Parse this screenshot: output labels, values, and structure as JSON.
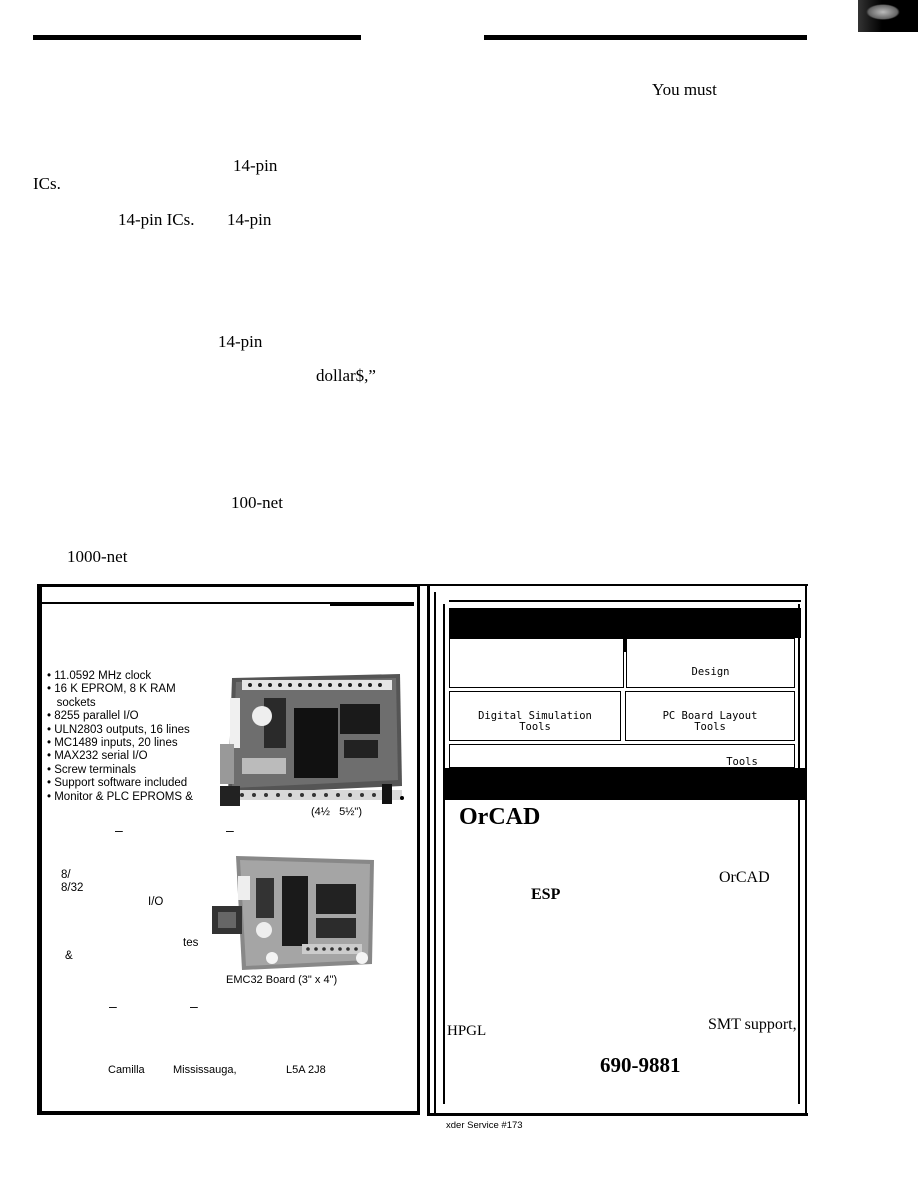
{
  "left_column": {
    "fragments": [
      "14-pin",
      "ICs.",
      "14-pin ICs.",
      "14-pin",
      "14-pin",
      "dollar$,”",
      "100-net",
      "1000-net"
    ]
  },
  "right_column": {
    "fragments": [
      "You must"
    ]
  },
  "ad_left": {
    "features": [
      "• 11.0592 MHz clock",
      "• 16 K EPROM, 8 K RAM",
      "   sockets",
      "• 8255 parallel I/O",
      "• ULN2803 outputs, 16 lines",
      "• MC1489 inputs, 20 lines",
      "• MAX232 serial I/O",
      "• Screw terminals",
      "• Support software included",
      "• Monitor & PLC EPROMS &"
    ],
    "board1_dimensions": "(4½   5½\")",
    "dash": "–",
    "spec_fragments": [
      "8/",
      "8/32",
      "I/O",
      "tes",
      "&"
    ],
    "board2_caption": "EMC32 Board (3\" x 4\")",
    "address": {
      "street": "Camilla",
      "city": "Mississauga,",
      "postal": "L5A 2J8"
    }
  },
  "ad_right": {
    "grid": {
      "design": "Design",
      "digital_sim": "Digital Simulation\nTools",
      "pcb_layout": "PC Board Layout\nTools",
      "tools": "Tools"
    },
    "brand": "OrCAD",
    "brand_small": "OrCAD",
    "esp": "ESP",
    "smt": "SMT support,",
    "hpgl": "HPGL",
    "phone": "690-9881"
  },
  "footer": {
    "reader_service": "xder Service #173"
  }
}
